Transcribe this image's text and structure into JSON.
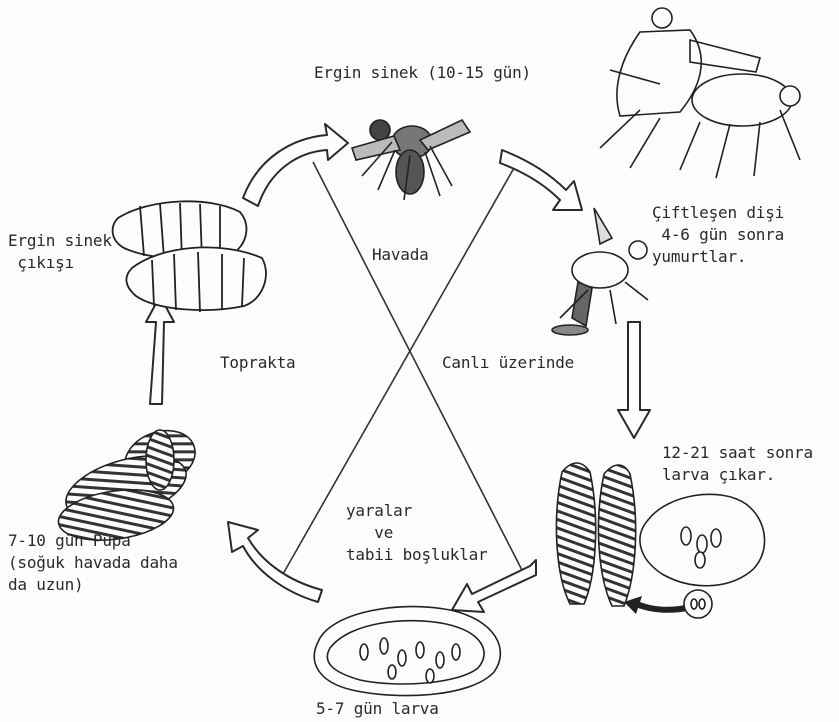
{
  "diagram": {
    "stages": {
      "adult": "Ergin sinek (10-15 gün)",
      "mating": "Çiftleşen dişi\n 4-6 gün sonra\nyumurtlar.",
      "hatch": "12-21 saat sonra\nlarva çıkar.",
      "larva": "5-7 gün larva",
      "pupa": "7-10 gün Pupa\n(soğuk havada daha\nda uzun)",
      "emergence": "Ergin sinek\n çıkışı"
    },
    "zones": {
      "air": "Havada",
      "host": "Canlı üzerinde",
      "soil": "Toprakta",
      "wounds": "yaralar\n   ve\ntabii boşluklar"
    }
  }
}
